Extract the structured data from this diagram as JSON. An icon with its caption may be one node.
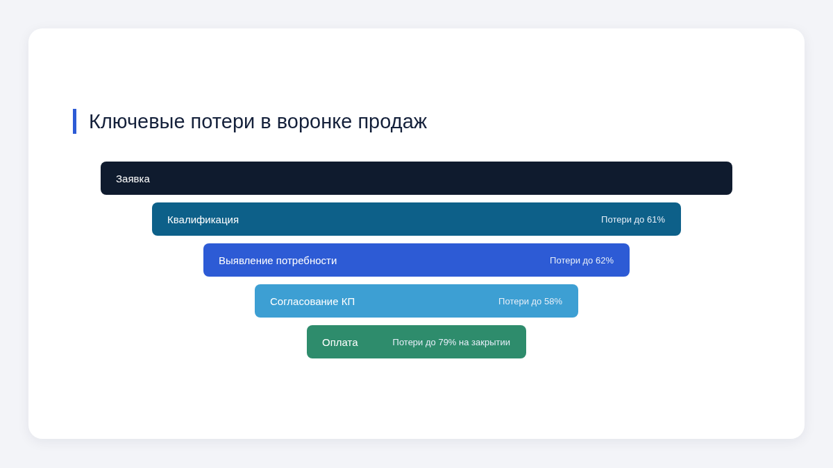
{
  "diagram": {
    "title": "Ключевые потери в воронке продаж",
    "nodes": [
      {
        "text": [
          "Заявка"
        ]
      },
      {
        "text": [
          "Квалификация",
          "Потери до 61%"
        ]
      },
      {
        "text": [
          "Выявление потребности",
          "Потери до 62%"
        ]
      },
      {
        "text": [
          "Согласование КП",
          "Потери до 58%"
        ]
      },
      {
        "text": [
          "Оплата",
          "Потери до 79% на закрытии"
        ]
      }
    ],
    "edges": []
  }
}
